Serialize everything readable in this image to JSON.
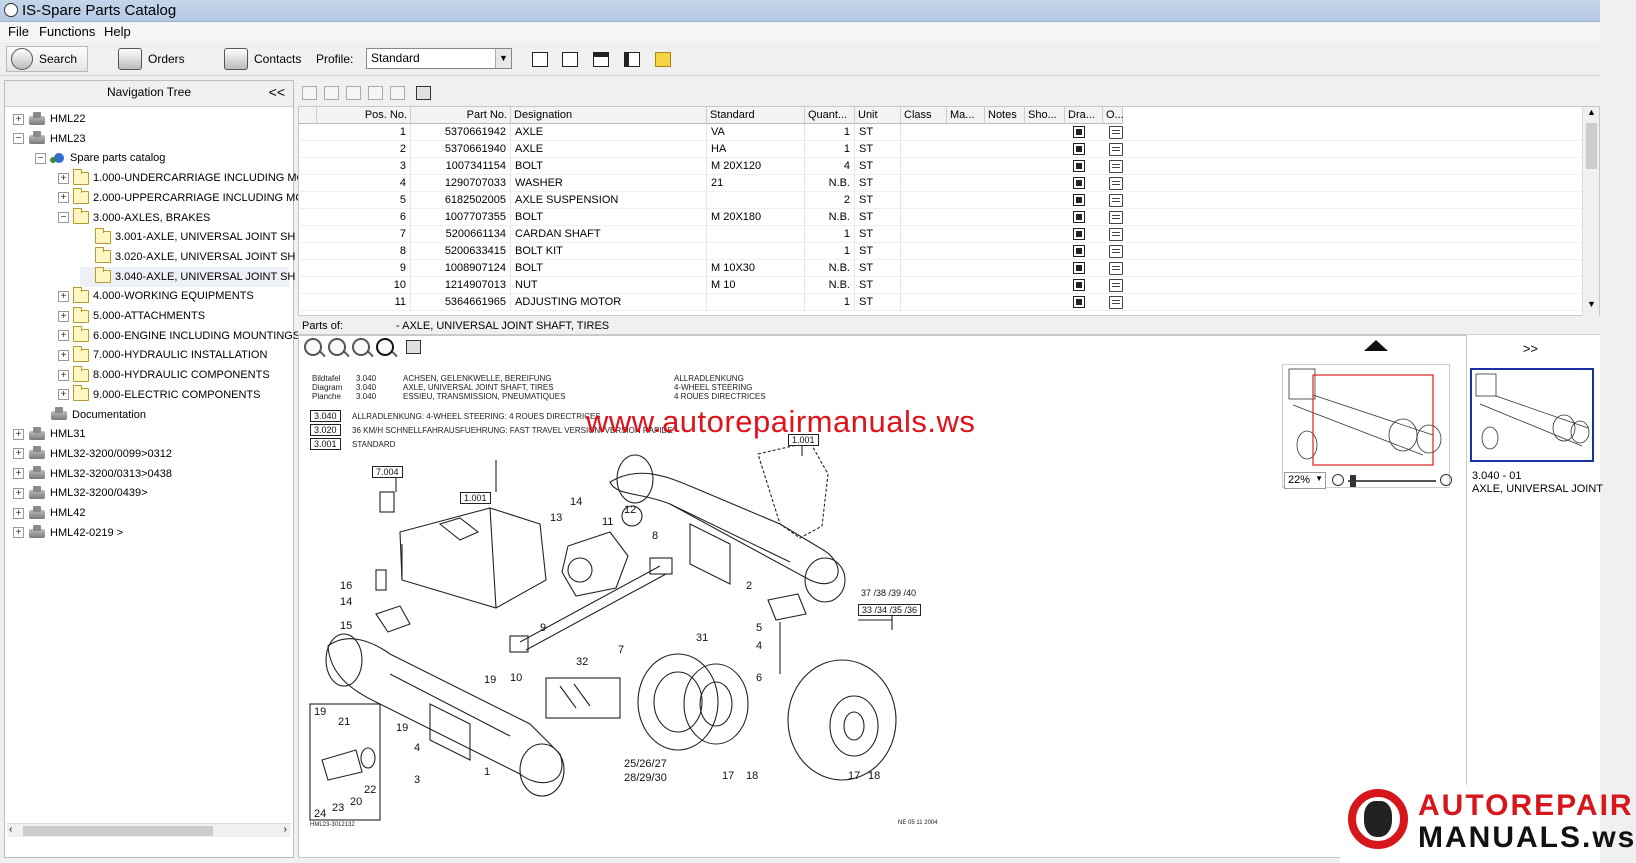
{
  "window": {
    "title": "IS-Spare Parts Catalog"
  },
  "menu": [
    "File",
    "Functions",
    "Help"
  ],
  "toolbar": {
    "search_label": "Search",
    "orders_label": "Orders",
    "contacts_label": "Contacts",
    "profile_label": "Profile:",
    "profile_value": "Standard"
  },
  "nav": {
    "title": "Navigation Tree",
    "collapse": "<<",
    "items": [
      {
        "label": "HML22",
        "level": 0,
        "kind": "machine",
        "expander": "+"
      },
      {
        "label": "HML23",
        "level": 0,
        "kind": "machine",
        "expander": "−"
      },
      {
        "label": "Spare parts catalog",
        "level": 1,
        "kind": "globe",
        "expander": "−"
      },
      {
        "label": "1.000-UNDERCARRIAGE INCLUDING MC",
        "level": 2,
        "kind": "folder",
        "expander": "+"
      },
      {
        "label": "2.000-UPPERCARRIAGE INCLUDING MO",
        "level": 2,
        "kind": "folder",
        "expander": "+"
      },
      {
        "label": "3.000-AXLES, BRAKES",
        "level": 2,
        "kind": "folder",
        "expander": "−"
      },
      {
        "label": "3.001-AXLE, UNIVERSAL JOINT SH",
        "level": 3,
        "kind": "folder",
        "expander": ""
      },
      {
        "label": "3.020-AXLE, UNIVERSAL JOINT SH",
        "level": 3,
        "kind": "folder",
        "expander": ""
      },
      {
        "label": "3.040-AXLE, UNIVERSAL JOINT SH",
        "level": 3,
        "kind": "folder",
        "expander": ""
      },
      {
        "label": "4.000-WORKING EQUIPMENTS",
        "level": 2,
        "kind": "folder",
        "expander": "+"
      },
      {
        "label": "5.000-ATTACHMENTS",
        "level": 2,
        "kind": "folder",
        "expander": "+"
      },
      {
        "label": "6.000-ENGINE INCLUDING MOUNTINGS",
        "level": 2,
        "kind": "folder",
        "expander": "+"
      },
      {
        "label": "7.000-HYDRAULIC INSTALLATION",
        "level": 2,
        "kind": "folder",
        "expander": "+"
      },
      {
        "label": "8.000-HYDRAULIC COMPONENTS",
        "level": 2,
        "kind": "folder",
        "expander": "+"
      },
      {
        "label": "9.000-ELECTRIC COMPONENTS",
        "level": 2,
        "kind": "folder",
        "expander": "+"
      },
      {
        "label": "Documentation",
        "level": 1,
        "kind": "machine",
        "expander": ""
      },
      {
        "label": "HML31",
        "level": 0,
        "kind": "machine",
        "expander": "+"
      },
      {
        "label": "HML32-3200/0099>0312",
        "level": 0,
        "kind": "machine",
        "expander": "+"
      },
      {
        "label": "HML32-3200/0313>0438",
        "level": 0,
        "kind": "machine",
        "expander": "+"
      },
      {
        "label": "HML32-3200/0439>",
        "level": 0,
        "kind": "machine",
        "expander": "+"
      },
      {
        "label": "HML42",
        "level": 0,
        "kind": "machine",
        "expander": "+"
      },
      {
        "label": "HML42-0219 >",
        "level": 0,
        "kind": "machine",
        "expander": "+"
      }
    ]
  },
  "grid": {
    "columns": [
      "Pos. No.",
      "Part No.",
      "Designation",
      "Standard",
      "Quant...",
      "Unit",
      "Class",
      "Ma...",
      "Notes",
      "Sho...",
      "Dra...",
      "O..."
    ],
    "rows": [
      {
        "pos": "1",
        "part": "5370661942",
        "des": "AXLE",
        "std": "VA",
        "qty": "1",
        "unit": "ST"
      },
      {
        "pos": "2",
        "part": "5370661940",
        "des": "AXLE",
        "std": "HA",
        "qty": "1",
        "unit": "ST"
      },
      {
        "pos": "3",
        "part": "1007341154",
        "des": "BOLT",
        "std": "M 20X120",
        "qty": "4",
        "unit": "ST"
      },
      {
        "pos": "4",
        "part": "1290707033",
        "des": "WASHER",
        "std": "21",
        "qty": "N.B.",
        "unit": "ST"
      },
      {
        "pos": "5",
        "part": "6182502005",
        "des": "AXLE SUSPENSION",
        "std": "",
        "qty": "2",
        "unit": "ST"
      },
      {
        "pos": "6",
        "part": "1007707355",
        "des": "BOLT",
        "std": "M 20X180",
        "qty": "N.B.",
        "unit": "ST"
      },
      {
        "pos": "7",
        "part": "5200661134",
        "des": "CARDAN SHAFT",
        "std": "",
        "qty": "1",
        "unit": "ST"
      },
      {
        "pos": "8",
        "part": "5200633415",
        "des": "BOLT KIT",
        "std": "",
        "qty": "1",
        "unit": "ST"
      },
      {
        "pos": "9",
        "part": "1008907124",
        "des": "BOLT",
        "std": "M 10X30",
        "qty": "N.B.",
        "unit": "ST"
      },
      {
        "pos": "10",
        "part": "1214907013",
        "des": "NUT",
        "std": "M 10",
        "qty": "N.B.",
        "unit": "ST"
      },
      {
        "pos": "11",
        "part": "5364661965",
        "des": "ADJUSTING MOTOR",
        "std": "",
        "qty": "1",
        "unit": "ST"
      }
    ]
  },
  "parts_of": {
    "label": "Parts of:",
    "value": "- AXLE, UNIVERSAL JOINT SHAFT, TIRES"
  },
  "drawing": {
    "header_left": [
      "Bildtafel",
      "Diagram",
      "Planche"
    ],
    "header_num": [
      "3.040",
      "3.040",
      "3.040"
    ],
    "header_mid": [
      "ACHSEN, GELENKWELLE, BEREIFUNG",
      "AXLE, UNIVERSAL JOINT SHAFT, TIRES",
      "ESSIEU, TRANSMISSION, PNEUMATIQUES"
    ],
    "header_right": [
      "ALLRADLENKUNG",
      "4-WHEEL STEERING",
      "4 ROUES DIRECTRICES"
    ],
    "variants": [
      {
        "code": "3.040",
        "text": "ALLRADLENKUNG: 4-WHEEL STEERING: 4 ROUES DIRECTRICES"
      },
      {
        "code": "3.020",
        "text": "36 KM/H SCHNELLFAHRAUSFUEHRUNG: FAST TRAVEL VERSION: VERSION RAPIDE"
      },
      {
        "code": "3.001",
        "text": "STANDARD"
      }
    ],
    "refs": [
      "7.004",
      "1.001",
      "1.001",
      "37 /38 /39 /40",
      "33 /34 /35 /36"
    ],
    "callouts": [
      "14",
      "13",
      "11",
      "12",
      "8",
      "16",
      "14",
      "15",
      "9",
      "10",
      "7",
      "19",
      "19",
      "2",
      "5",
      "4",
      "6",
      "31",
      "32",
      "25/26/27",
      "28/29/30",
      "17",
      "18",
      "17",
      "18",
      "21",
      "22",
      "20",
      "23",
      "24",
      "19",
      "4",
      "3",
      "1"
    ],
    "footer_left": "HML23-3012132",
    "footer_right": "NE 05 11 2004"
  },
  "watermark": "www.autorepairmanuals.ws",
  "thumbnail": {
    "zoom": "22%",
    "caption_code": "3.040 - 01",
    "caption_title": "AXLE, UNIVERSAL JOINT"
  },
  "side_expand": ">>",
  "logo": {
    "line1": "AUTOREPAIR",
    "line2": "MANUALS.ws"
  }
}
